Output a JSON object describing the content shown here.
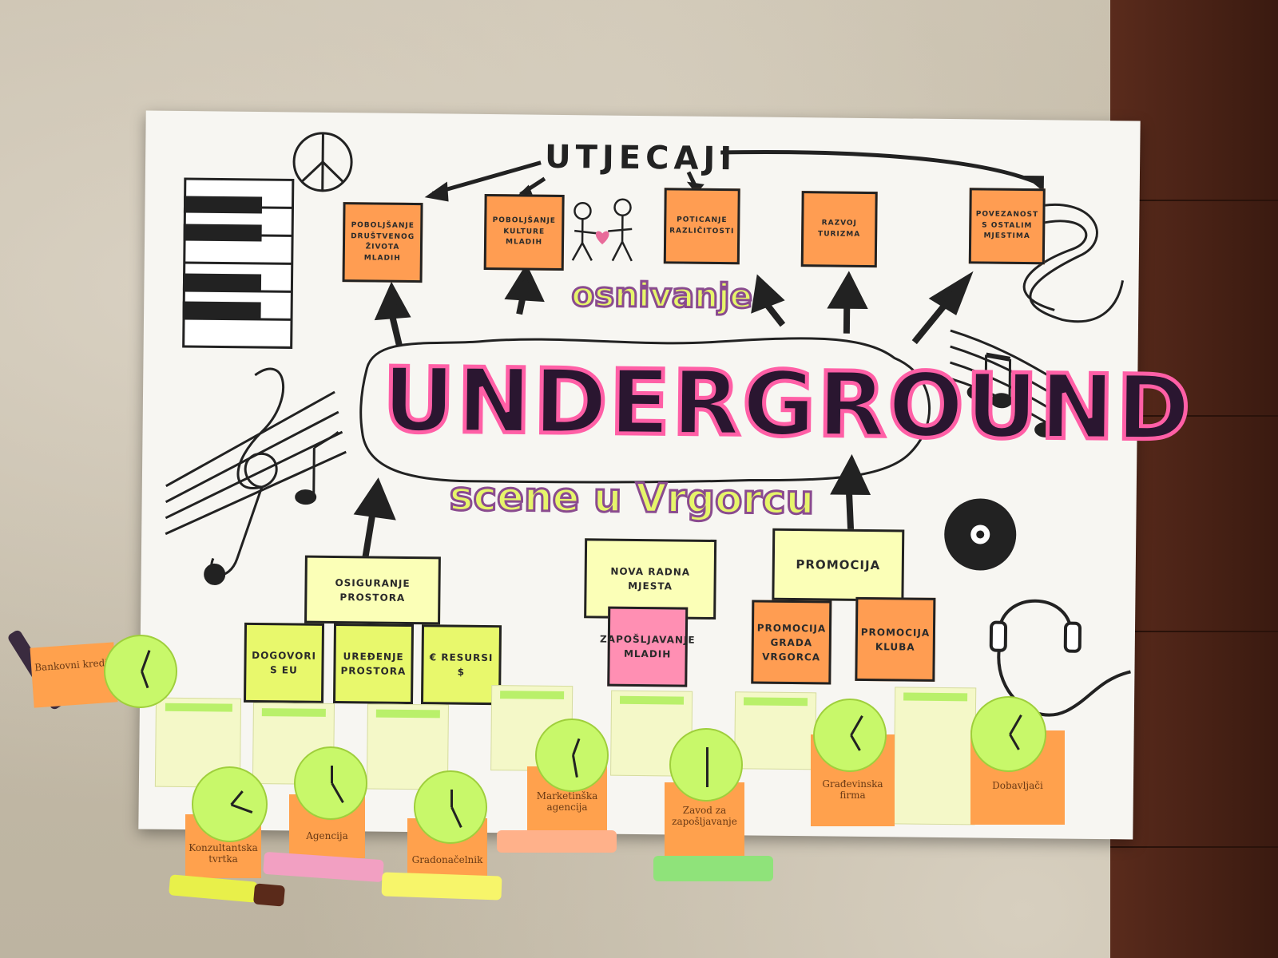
{
  "poster": {
    "heading": "UTJECAJI",
    "title_top": "osnivanje",
    "title_main": "UNDERGROUND",
    "title_bottom": "scene u Vrgorcu",
    "impacts": [
      "POBOLJŠANJE DRUŠTVENOG ŽIVOTA MLADIH",
      "POBOLJŠANJE KULTURE MLADIH",
      "POTICANJE RAZLIČITOSTI",
      "RAZVOJ TURIZMA",
      "POVEZANOST S OSTALIM MJESTIMA"
    ],
    "needs": {
      "space": "OSIGURANJE PROSTORA",
      "jobs": "NOVA RADNA MJESTA",
      "promo": "PROMOCIJA"
    },
    "space_items": [
      "DOGOVORI S EU",
      "UREĐENJE PROSTORA",
      "€ RESURSI $"
    ],
    "jobs_items": [
      "ZAPOŠLJAVANJE MLADIH"
    ],
    "promo_items": [
      "PROMOCIJA GRADA VRGORCA",
      "PROMOCIJA KLUBA"
    ],
    "left_sticker": "Bankovni kredit",
    "stakeholders": [
      "Konzultantska tvrtka",
      "Agencija",
      "Gradonačelnik",
      "Marketinška agencija",
      "Zavod za zapošljavanje",
      "Građevinska firma",
      "Dobavljači"
    ]
  }
}
